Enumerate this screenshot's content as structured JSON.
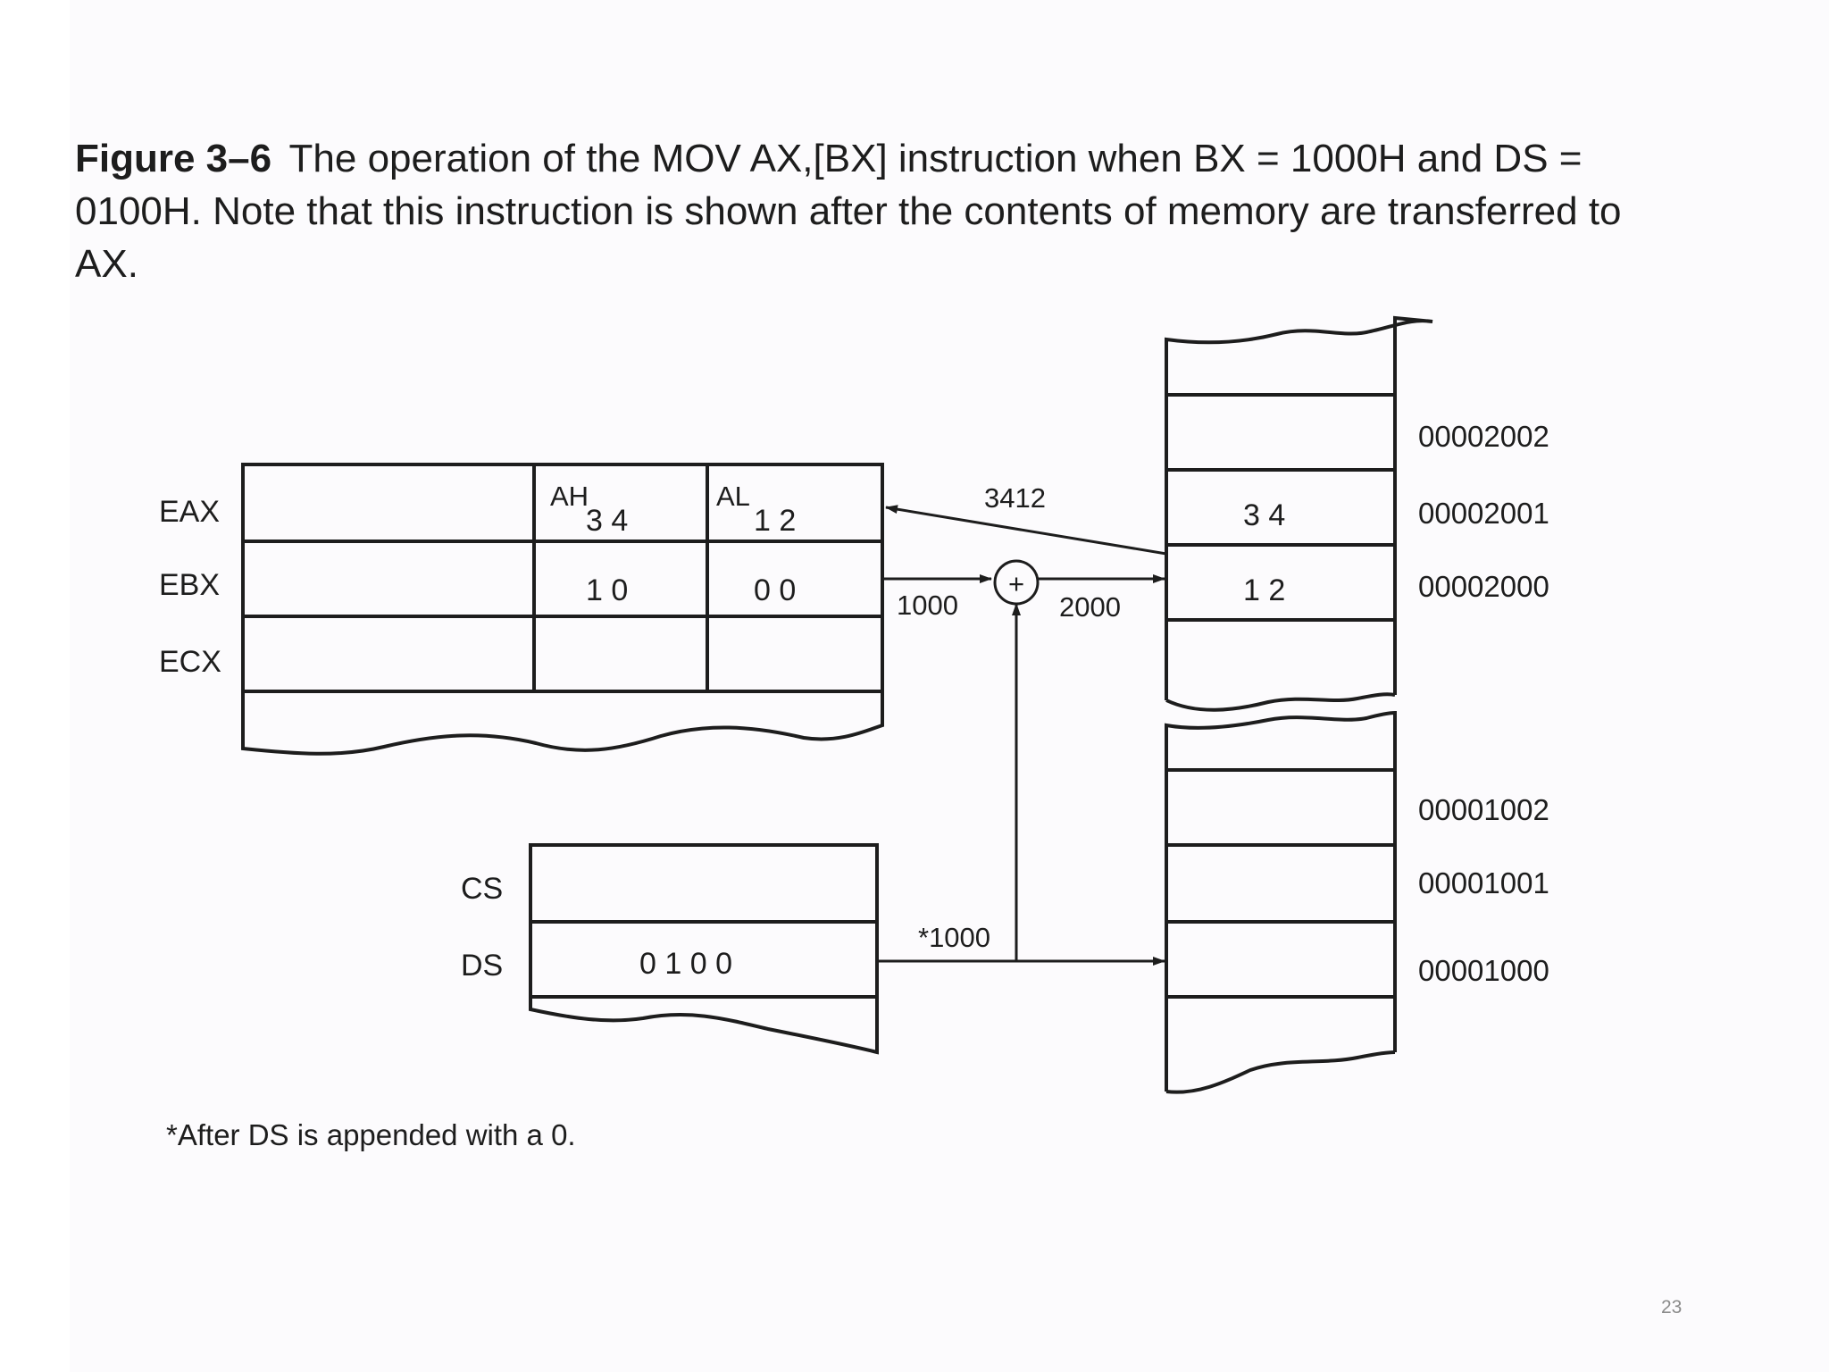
{
  "caption": {
    "figure_label": "Figure 3–6",
    "text": "The operation of the MOV AX,[BX] instruction when BX = 1000H and DS = 0100H. Note that this instruction is shown after the contents of memory are transferred to AX."
  },
  "registers": {
    "eax_label": "EAX",
    "ebx_label": "EBX",
    "ecx_label": "ECX",
    "ah_label": "AH",
    "al_label": "AL",
    "eax_ah_value": "3 4",
    "eax_al_value": "1 2",
    "ebx_bh_value": "1 0",
    "ebx_bl_value": "0 0"
  },
  "segments": {
    "cs_label": "CS",
    "ds_label": "DS",
    "ds_value": "0 1 0 0"
  },
  "flow": {
    "result_label": "3412",
    "offset_label": "1000",
    "sum_label": "2000",
    "segment_base_label": "*1000",
    "adder_symbol": "+"
  },
  "memory_upper": {
    "addr_2002": "00002002",
    "addr_2001": "00002001",
    "addr_2000": "00002000",
    "value_2001": "3 4",
    "value_2000": "1 2"
  },
  "memory_lower": {
    "addr_1002": "00001002",
    "addr_1001": "00001001",
    "addr_1000": "00001000"
  },
  "footnote": "*After DS is appended with a 0.",
  "page_number": "23"
}
